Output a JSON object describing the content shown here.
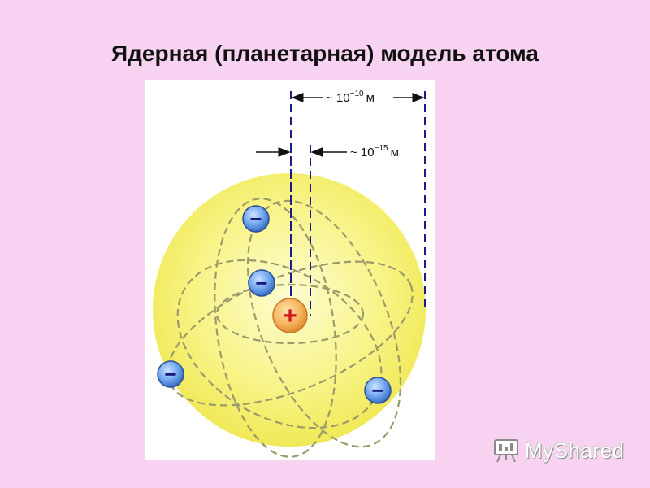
{
  "title": "Ядерная (планетарная) модель атома",
  "diagram": {
    "atom_size_label": "~ 10",
    "atom_size_exponent": "−10",
    "atom_size_unit": "м",
    "nucleus_size_label": "~ 10",
    "nucleus_size_exponent": "−15",
    "nucleus_size_unit": "м",
    "nucleus_charge": "+",
    "electron_charge": "−",
    "colors": {
      "atom_fill": "#f6f06a",
      "nucleus_fill": "#f2a24a",
      "electron_fill": "#5a96e6",
      "charge_plus": "#d01818",
      "charge_minus": "#1a1a7a",
      "guide_lines": "#1a1a8c"
    }
  },
  "watermark": {
    "text": "MyShared",
    "icon": "presentation-board-icon"
  }
}
